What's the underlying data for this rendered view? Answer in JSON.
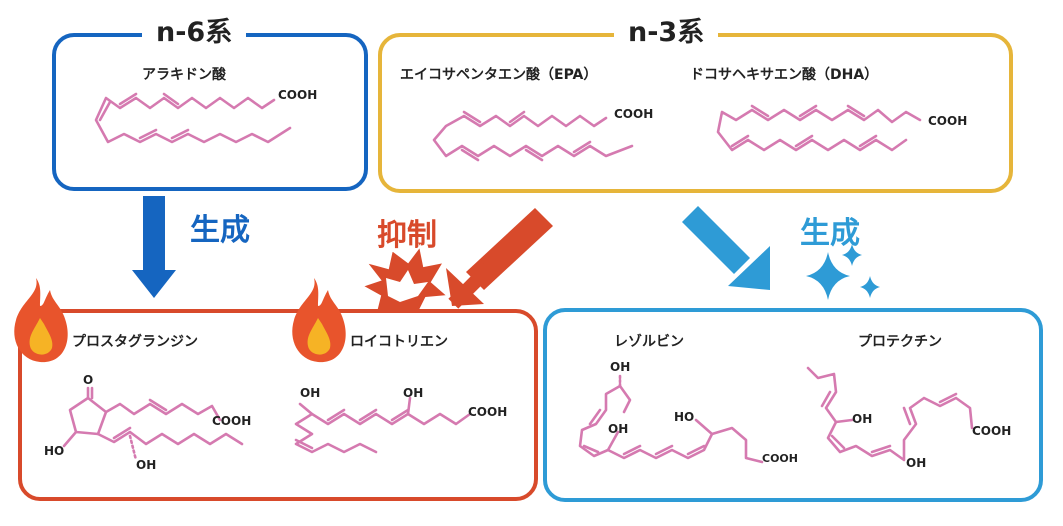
{
  "n6": {
    "title": "n-6系",
    "color": "#1565c0",
    "molecule": {
      "name": "アラキドン酸",
      "group": "COOH"
    }
  },
  "n3": {
    "title": "n-3系",
    "color": "#e6b53a",
    "molecules": [
      {
        "name": "エイコサペンタエン酸（EPA）",
        "group": "COOH"
      },
      {
        "name": "ドコサヘキサエン酸（DHA）",
        "group": "COOH"
      }
    ]
  },
  "arrows": {
    "n6_produce": {
      "label": "生成",
      "color": "#1565c0"
    },
    "suppress": {
      "label": "抑制",
      "color": "#d84a2b"
    },
    "n3_produce": {
      "label": "生成",
      "color": "#2e9bd6"
    }
  },
  "inflammatory": {
    "color": "#d84a2b",
    "items": [
      {
        "name": "プロスタグランジン",
        "labels": {
          "o": "O",
          "cooh": "COOH",
          "ho": "HO",
          "oh": "OH"
        },
        "icon": "flame-icon"
      },
      {
        "name": "ロイコトリエン",
        "labels": {
          "oh1": "OH",
          "oh2": "OH",
          "cooh": "COOH"
        },
        "icon": "flame-icon"
      }
    ]
  },
  "resolving": {
    "color": "#2e9bd6",
    "items": [
      {
        "name": "レゾルビン",
        "labels": {
          "oh_top": "OH",
          "ho": "HO",
          "cooh": "COOH",
          "oh_left": "OH"
        }
      },
      {
        "name": "プロテクチン",
        "labels": {
          "oh1": "OH",
          "oh2": "OH",
          "cooh": "COOH"
        }
      }
    ]
  },
  "colors": {
    "molecule_bond": "#d57ab0"
  }
}
